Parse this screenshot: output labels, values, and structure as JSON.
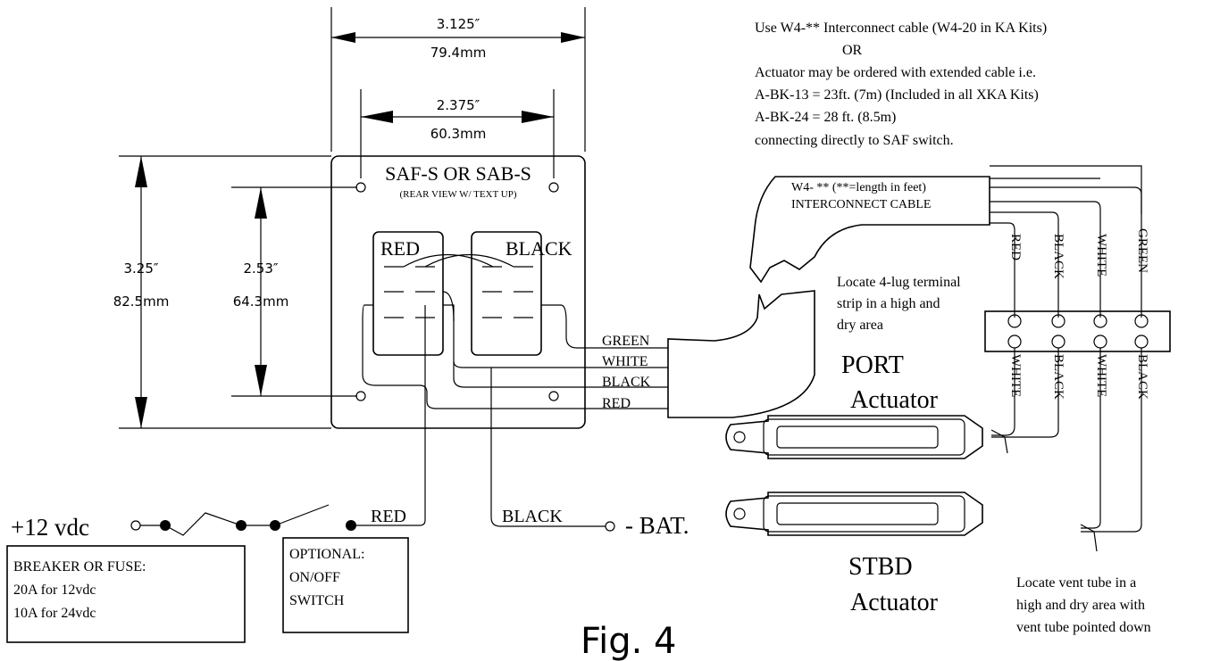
{
  "dimensions": {
    "width_in": "3.125″",
    "width_mm": "79.4mm",
    "hole_spacing_in": "2.375″",
    "hole_spacing_mm": "60.3mm",
    "height_in": "3.25″",
    "height_mm": "82.5mm",
    "hole_vspacing_in": "2.53″",
    "hole_vspacing_mm": "64.3mm"
  },
  "switch": {
    "title": "SAF-S OR SAB-S",
    "subtitle": "(REAR VIEW W/ TEXT UP)",
    "left_label": "RED",
    "right_label": "BLACK"
  },
  "notes": {
    "line1": "Use W4-** Interconnect cable (W4-20 in KA Kits)",
    "line2": "OR",
    "line3": "Actuator may be ordered with extended cable i.e.",
    "line4": "A-BK-13 = 23ft. (7m) (Included in all XKA Kits)",
    "line5": "A-BK-24 = 28 ft. (8.5m)",
    "line6": "connecting directly to SAF switch."
  },
  "cable": {
    "line1": "W4- ** (**=length in feet)",
    "line2": "INTERCONNECT CABLE"
  },
  "wires": {
    "green": "GREEN",
    "white": "WHITE",
    "black": "BLACK",
    "red": "RED"
  },
  "terminal": {
    "note1": "Locate 4-lug terminal",
    "note2": "strip in a high and",
    "note3": "dry area",
    "top_red": "RED",
    "top_black": "BLACK",
    "top_white": "WHITE",
    "top_green": "GREEN",
    "bot_white1": "WHITE",
    "bot_black1": "BLACK",
    "bot_white2": "WHITE",
    "bot_black2": "BLACK"
  },
  "actuators": {
    "port1": "PORT",
    "port2": "Actuator",
    "stbd1": "STBD",
    "stbd2": "Actuator"
  },
  "power": {
    "voltage": "+12 vdc",
    "red_label": "RED",
    "black_label": "BLACK",
    "battery": "- BAT.",
    "breaker1": "BREAKER OR FUSE:",
    "breaker2": "20A for 12vdc",
    "breaker3": "10A for 24vdc",
    "opt1": "OPTIONAL:",
    "opt2": "ON/OFF",
    "opt3": "SWITCH"
  },
  "vent": {
    "line1": "Locate vent tube in a",
    "line2": "high and dry area with",
    "line3": "vent tube pointed down"
  },
  "figure": "Fig. 4"
}
